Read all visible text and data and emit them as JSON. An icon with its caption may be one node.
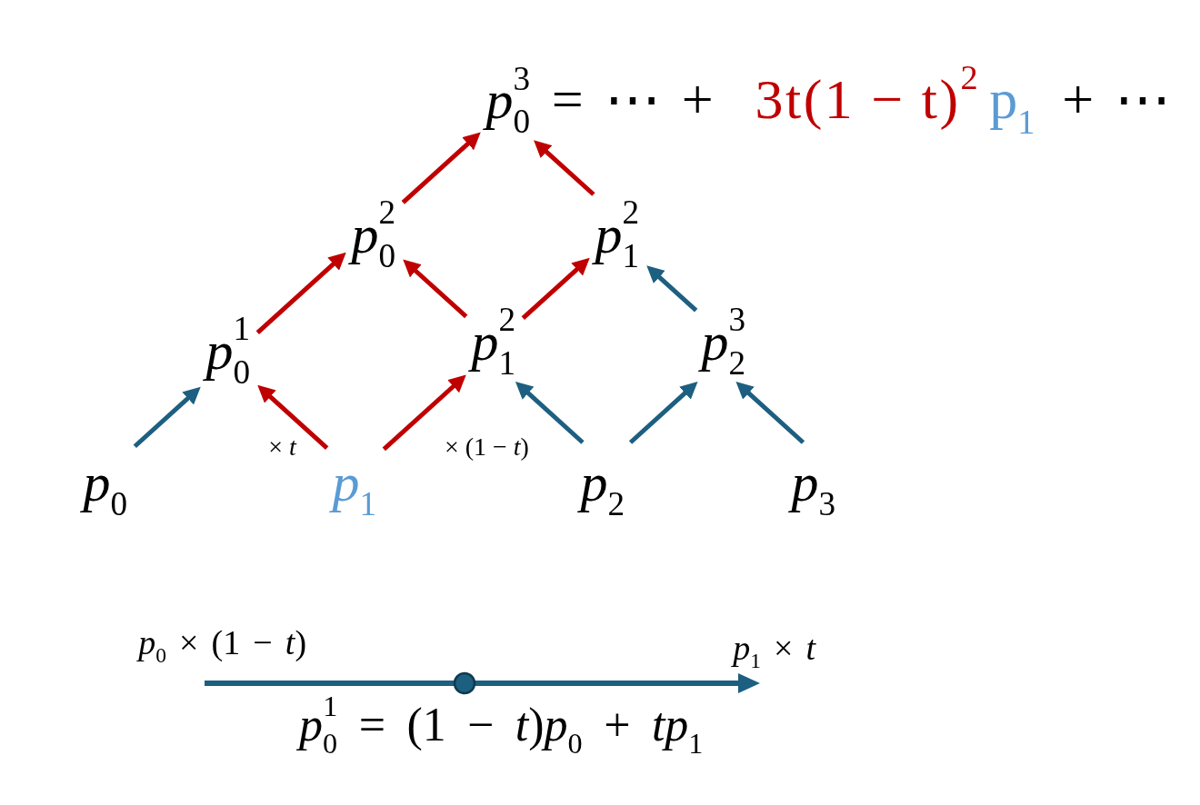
{
  "diagram": {
    "nodes": [
      {
        "text": [
          "*p*$_{0}$$^{3}$"
        ],
        "beside": [
          "= ⋯ +",
          "3t(1 − t)$^{2}$",
          "p$_{1}$",
          "+ ⋯"
        ]
      },
      {
        "text": [
          "*p*$_{0}$$^{2}$"
        ]
      },
      {
        "text": [
          "*p*$_{1}$$^{2}$"
        ]
      },
      {
        "text": [
          "*p*$_{0}$$^{1}$"
        ]
      },
      {
        "text": [
          "*p*$_{1}$$^{2}$"
        ]
      },
      {
        "text": [
          "*p*$_{2}$$^{3}$"
        ]
      },
      {
        "text": [
          "*p*$_{0}$"
        ]
      },
      {
        "text": [
          "*p*$_{1}$"
        ]
      },
      {
        "text": [
          "*p*$_{2}$"
        ]
      },
      {
        "text": [
          "*p*$_{3}$"
        ]
      }
    ],
    "edges": [
      {
        "from": 6,
        "to": 3,
        "arrow": "to",
        "color": "#1d5f80"
      },
      {
        "from": 7,
        "to": 3,
        "arrow": "to",
        "label": "× *t*"
      },
      {
        "from": 7,
        "to": 4,
        "arrow": "to",
        "label": "× (1 − *t*)"
      },
      {
        "from": 8,
        "to": 4,
        "arrow": "to",
        "color": "#1d5f80"
      },
      {
        "from": 8,
        "to": 5,
        "arrow": "to",
        "color": "#1d5f80"
      },
      {
        "from": 9,
        "to": 5,
        "arrow": "to",
        "color": "#1d5f80"
      },
      {
        "from": 3,
        "to": 1,
        "arrow": "to"
      },
      {
        "from": 4,
        "to": 1,
        "arrow": "to"
      },
      {
        "from": 4,
        "to": 2,
        "arrow": "to"
      },
      {
        "from": 5,
        "to": 2,
        "arrow": "to",
        "color": "#1d5f80"
      },
      {
        "from": 1,
        "to": 0,
        "arrow": "to"
      },
      {
        "from": 2,
        "to": 0,
        "arrow": "to"
      }
    ],
    "labels": [
      "*p*$_{0}$ × (1 − *t*)",
      "*p*$_{1}$ × *t*",
      "*p*$_{0}$$^{1}$ = (1 − *t*)*p*$_{0}$ + *tp*$_{1}$"
    ]
  }
}
